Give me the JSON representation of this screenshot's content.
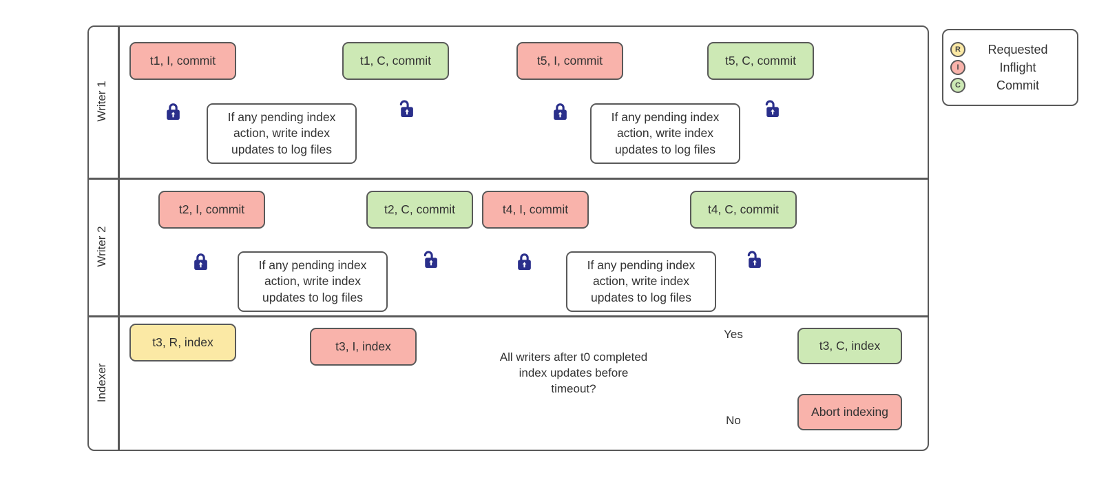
{
  "colors": {
    "stroke": "#595959",
    "text": "#333333",
    "inflight_fill": "#f9b3ab",
    "commit_fill": "#cde9b5",
    "requested_fill": "#fbe9a5",
    "lock_blue": "#2a2f8b"
  },
  "lanes": [
    {
      "label": "Writer 1"
    },
    {
      "label": "Writer 2"
    },
    {
      "label": "Indexer"
    }
  ],
  "writer1": {
    "t1_inflight": "t1, I, commit",
    "task_a": "If any pending index action, write index updates to log files",
    "t1_commit": "t1, C, commit",
    "t5_inflight": "t5, I, commit",
    "task_b": "If any pending index action, write index updates to log files",
    "t5_commit": "t5, C, commit"
  },
  "writer2": {
    "t2_inflight": "t2, I, commit",
    "task_a": "If any pending index action, write index updates to log files",
    "t2_commit": "t2, C, commit",
    "t4_inflight": "t4, I, commit",
    "task_b": "If any pending index action, write index updates to log files",
    "t4_commit": "t4, C, commit"
  },
  "indexer": {
    "t3_requested": "t3, R, index",
    "t3_inflight": "t3, I, index",
    "decision": "All writers after t0 completed index updates before timeout?",
    "yes_label": "Yes",
    "no_label": "No",
    "t3_commit": "t3, C, index",
    "abort": "Abort indexing"
  },
  "legend": {
    "items": [
      {
        "letter": "R",
        "label": "Requested"
      },
      {
        "letter": "I",
        "label": "Inflight"
      },
      {
        "letter": "C",
        "label": "Commit"
      }
    ]
  }
}
